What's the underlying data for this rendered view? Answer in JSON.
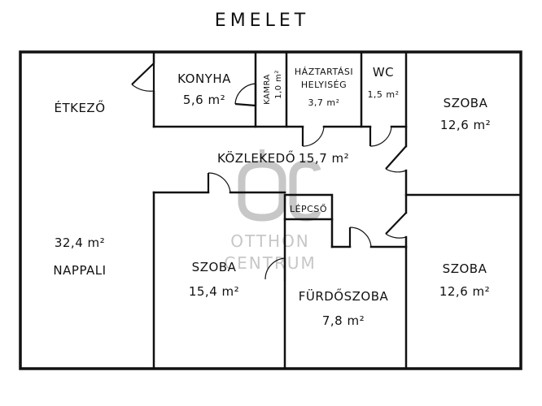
{
  "title": "EMELET",
  "watermark": {
    "logo_text": "OC",
    "line1": "OTTHON",
    "line2": "CENTRUM"
  },
  "rooms": {
    "etkezo": {
      "name": "ÉTKEZŐ"
    },
    "konyha": {
      "name": "KONYHA",
      "area": "5,6 m²"
    },
    "kamra": {
      "name": "KAMRA",
      "area": "1,0 m²"
    },
    "haztartasi": {
      "name_line1": "HÁZTARTÁSI",
      "name_line2": "HELYISÉG",
      "area": "3,7 m²"
    },
    "wc": {
      "name": "WC",
      "area": "1,5 m²"
    },
    "szoba_top_right": {
      "name": "SZOBA",
      "area": "12,6 m²"
    },
    "kozlekedo": {
      "name": "KÖZLEKEDŐ",
      "area": "15,7 m²"
    },
    "lepcso": {
      "name": "LÉPCSŐ"
    },
    "nappali": {
      "name": "NAPPALI",
      "area": "32,4 m²"
    },
    "szoba_middle": {
      "name": "SZOBA",
      "area": "15,4 m²"
    },
    "furdoszoba": {
      "name": "FÜRDŐSZOBA",
      "area": "7,8 m²"
    },
    "szoba_bottom_right": {
      "name": "SZOBA",
      "area": "12,6 m²"
    }
  },
  "colors": {
    "wall": "#111111",
    "watermark": "#c7c7c7",
    "background": "#ffffff"
  }
}
